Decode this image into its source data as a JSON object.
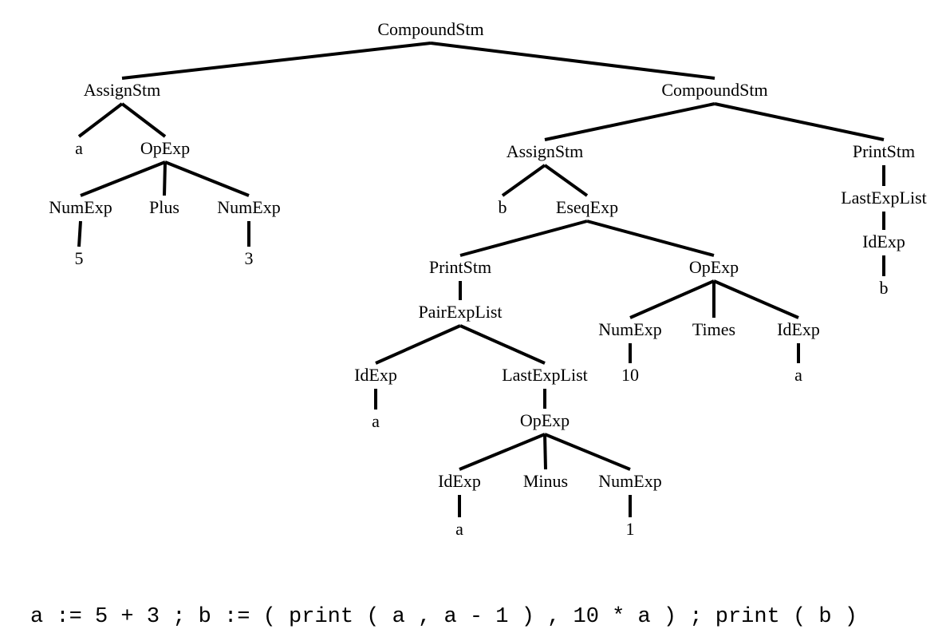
{
  "tree": {
    "nodes": {
      "root": "CompoundStm",
      "assign1": "AssignStm",
      "a1": "a",
      "opexp1": "OpExp",
      "numexp1": "NumExp",
      "plus": "Plus",
      "numexp2": "NumExp",
      "five": "5",
      "three": "3",
      "compound2": "CompoundStm",
      "assign2": "AssignStm",
      "b1": "b",
      "eseqexp": "EseqExp",
      "printstm1": "PrintStm",
      "pairexplist": "PairExpList",
      "idexp1": "IdExp",
      "a2": "a",
      "lastexplist1": "LastExpList",
      "opexp3": "OpExp",
      "idexp2": "IdExp",
      "minus": "Minus",
      "numexp4": "NumExp",
      "a3": "a",
      "one": "1",
      "opexp2": "OpExp",
      "numexp3": "NumExp",
      "times": "Times",
      "idexp3": "IdExp",
      "ten": "10",
      "a4": "a",
      "printstm2": "PrintStm",
      "lastexplist2": "LastExpList",
      "idexp4": "IdExp",
      "b2": "b"
    },
    "edges": [
      [
        "root",
        "assign1"
      ],
      [
        "root",
        "compound2"
      ],
      [
        "assign1",
        "a1"
      ],
      [
        "assign1",
        "opexp1"
      ],
      [
        "opexp1",
        "numexp1"
      ],
      [
        "opexp1",
        "plus"
      ],
      [
        "opexp1",
        "numexp2"
      ],
      [
        "numexp1",
        "five"
      ],
      [
        "numexp2",
        "three"
      ],
      [
        "compound2",
        "assign2"
      ],
      [
        "compound2",
        "printstm2"
      ],
      [
        "assign2",
        "b1"
      ],
      [
        "assign2",
        "eseqexp"
      ],
      [
        "eseqexp",
        "printstm1"
      ],
      [
        "eseqexp",
        "opexp2"
      ],
      [
        "printstm1",
        "pairexplist"
      ],
      [
        "pairexplist",
        "idexp1"
      ],
      [
        "pairexplist",
        "lastexplist1"
      ],
      [
        "idexp1",
        "a2"
      ],
      [
        "lastexplist1",
        "opexp3"
      ],
      [
        "opexp3",
        "idexp2"
      ],
      [
        "opexp3",
        "minus"
      ],
      [
        "opexp3",
        "numexp4"
      ],
      [
        "idexp2",
        "a3"
      ],
      [
        "numexp4",
        "one"
      ],
      [
        "opexp2",
        "numexp3"
      ],
      [
        "opexp2",
        "times"
      ],
      [
        "opexp2",
        "idexp3"
      ],
      [
        "numexp3",
        "ten"
      ],
      [
        "idexp3",
        "a4"
      ],
      [
        "printstm2",
        "lastexplist2"
      ],
      [
        "lastexplist2",
        "idexp4"
      ],
      [
        "idexp4",
        "b2"
      ]
    ]
  },
  "source_code": "a := 5 + 3 ; b := ( print ( a , a - 1 ) , 10 * a ) ; print ( b )"
}
